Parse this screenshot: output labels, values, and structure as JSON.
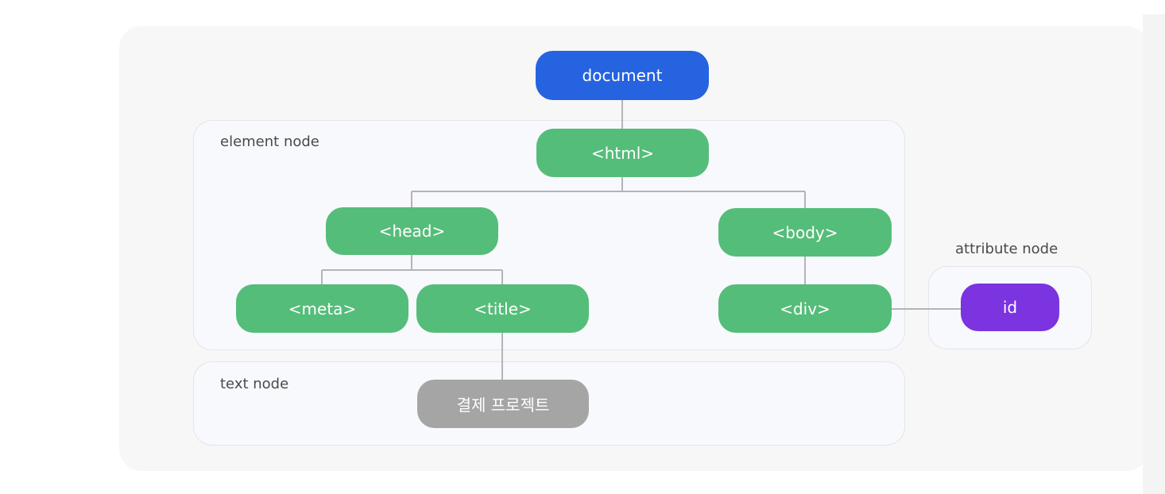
{
  "diagram": {
    "groups": {
      "element": {
        "label": "element node"
      },
      "text": {
        "label": "text node"
      },
      "attribute": {
        "label": "attribute node"
      }
    },
    "nodes": {
      "document": {
        "label": "document",
        "color": "#2563e0"
      },
      "html": {
        "label": "<html>",
        "color": "#55bd7a"
      },
      "head": {
        "label": "<head>",
        "color": "#55bd7a"
      },
      "body": {
        "label": "<body>",
        "color": "#55bd7a"
      },
      "meta": {
        "label": "<meta>",
        "color": "#55bd7a"
      },
      "title": {
        "label": "<title>",
        "color": "#55bd7a"
      },
      "div": {
        "label": "<div>",
        "color": "#55bd7a"
      },
      "text": {
        "label": "결제 프로젝트",
        "color": "#a5a5a5"
      },
      "id": {
        "label": "id",
        "color": "#7b34e0"
      }
    },
    "edges": [
      [
        "document",
        "html"
      ],
      [
        "html",
        "head"
      ],
      [
        "html",
        "body"
      ],
      [
        "head",
        "meta"
      ],
      [
        "head",
        "title"
      ],
      [
        "body",
        "div"
      ],
      [
        "title",
        "text"
      ],
      [
        "div",
        "id"
      ]
    ]
  }
}
